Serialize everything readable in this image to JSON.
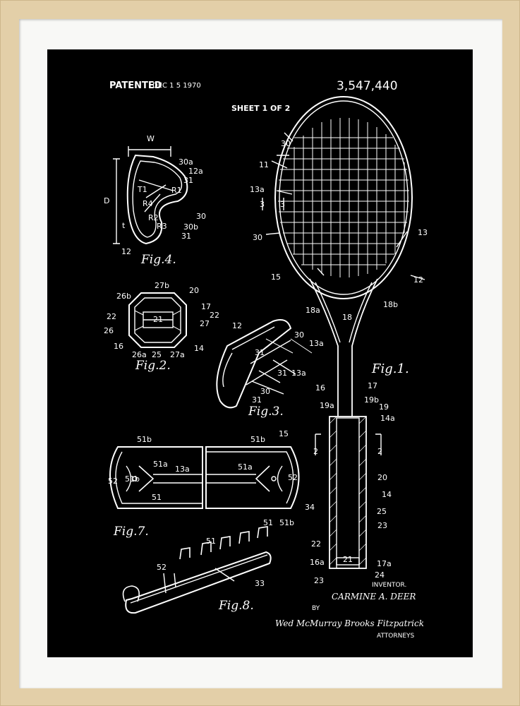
{
  "header": {
    "patented": "PATENTED",
    "date": "DEC 1 5 1970",
    "patent_number": "3,547,440",
    "sheet": "SHEET 1 OF 2"
  },
  "figures": {
    "fig1": "Fig.1.",
    "fig2": "Fig.2.",
    "fig3": "Fig.3.",
    "fig4": "Fig.4.",
    "fig7": "Fig.7.",
    "fig8": "Fig.8."
  },
  "signature": {
    "inventor_label": "INVENTOR.",
    "inventor_name": "CARMINE A. DEER",
    "by": "BY",
    "attorneys_signature": "Wed McMurray Brooks Fitzpatrick",
    "attorneys": "ATTORNEYS"
  },
  "reference_labels": {
    "fig4": [
      "W",
      "D",
      "30a",
      "12a",
      "31",
      "T1",
      "R1",
      "R4",
      "R2",
      "R3",
      "30",
      "30b",
      "31",
      "t",
      "12"
    ],
    "fig2": [
      "27b",
      "20",
      "26b",
      "17",
      "22",
      "22",
      "26",
      "27",
      "21",
      "16",
      "26a",
      "25",
      "27a",
      "14"
    ],
    "fig3": [
      "12",
      "30",
      "13a",
      "31",
      "31",
      "13a",
      "30",
      "31"
    ],
    "fig1": [
      "30",
      "11",
      "13a",
      "3",
      "3",
      "13",
      "30",
      "15",
      "12",
      "18a",
      "18",
      "18b",
      "16",
      "17",
      "19a",
      "19b",
      "19",
      "14a",
      "2",
      "2",
      "20",
      "14",
      "25",
      "23",
      "22",
      "16a",
      "21",
      "17a",
      "24",
      "23"
    ],
    "fig7": [
      "51b",
      "51a",
      "13a",
      "52",
      "51b",
      "51",
      "51b",
      "51a",
      "52",
      "51",
      "51b",
      "34",
      "15"
    ],
    "fig8": [
      "51",
      "52",
      "33"
    ]
  }
}
